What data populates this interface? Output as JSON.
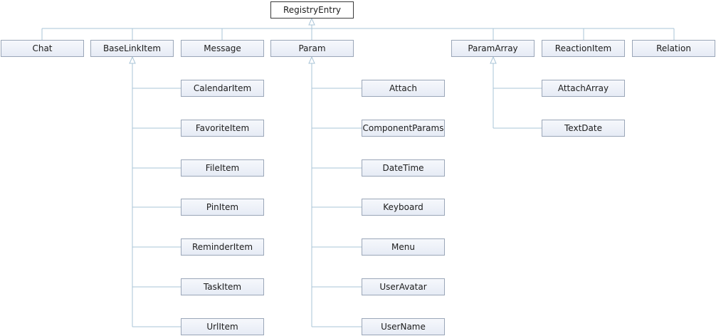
{
  "diagram": {
    "root": "RegistryEntry",
    "children": [
      "Chat",
      "BaseLinkItem",
      "Message",
      "Param",
      "ParamArray",
      "ReactionItem",
      "Relation"
    ],
    "baselinkitem_children": [
      "CalendarItem",
      "FavoriteItem",
      "FileItem",
      "PinItem",
      "ReminderItem",
      "TaskItem",
      "UrlItem"
    ],
    "param_children": [
      "Attach",
      "ComponentParams",
      "DateTime",
      "Keyboard",
      "Menu",
      "UserAvatar",
      "UserName"
    ],
    "paramarray_children": [
      "AttachArray",
      "TextDate"
    ]
  }
}
